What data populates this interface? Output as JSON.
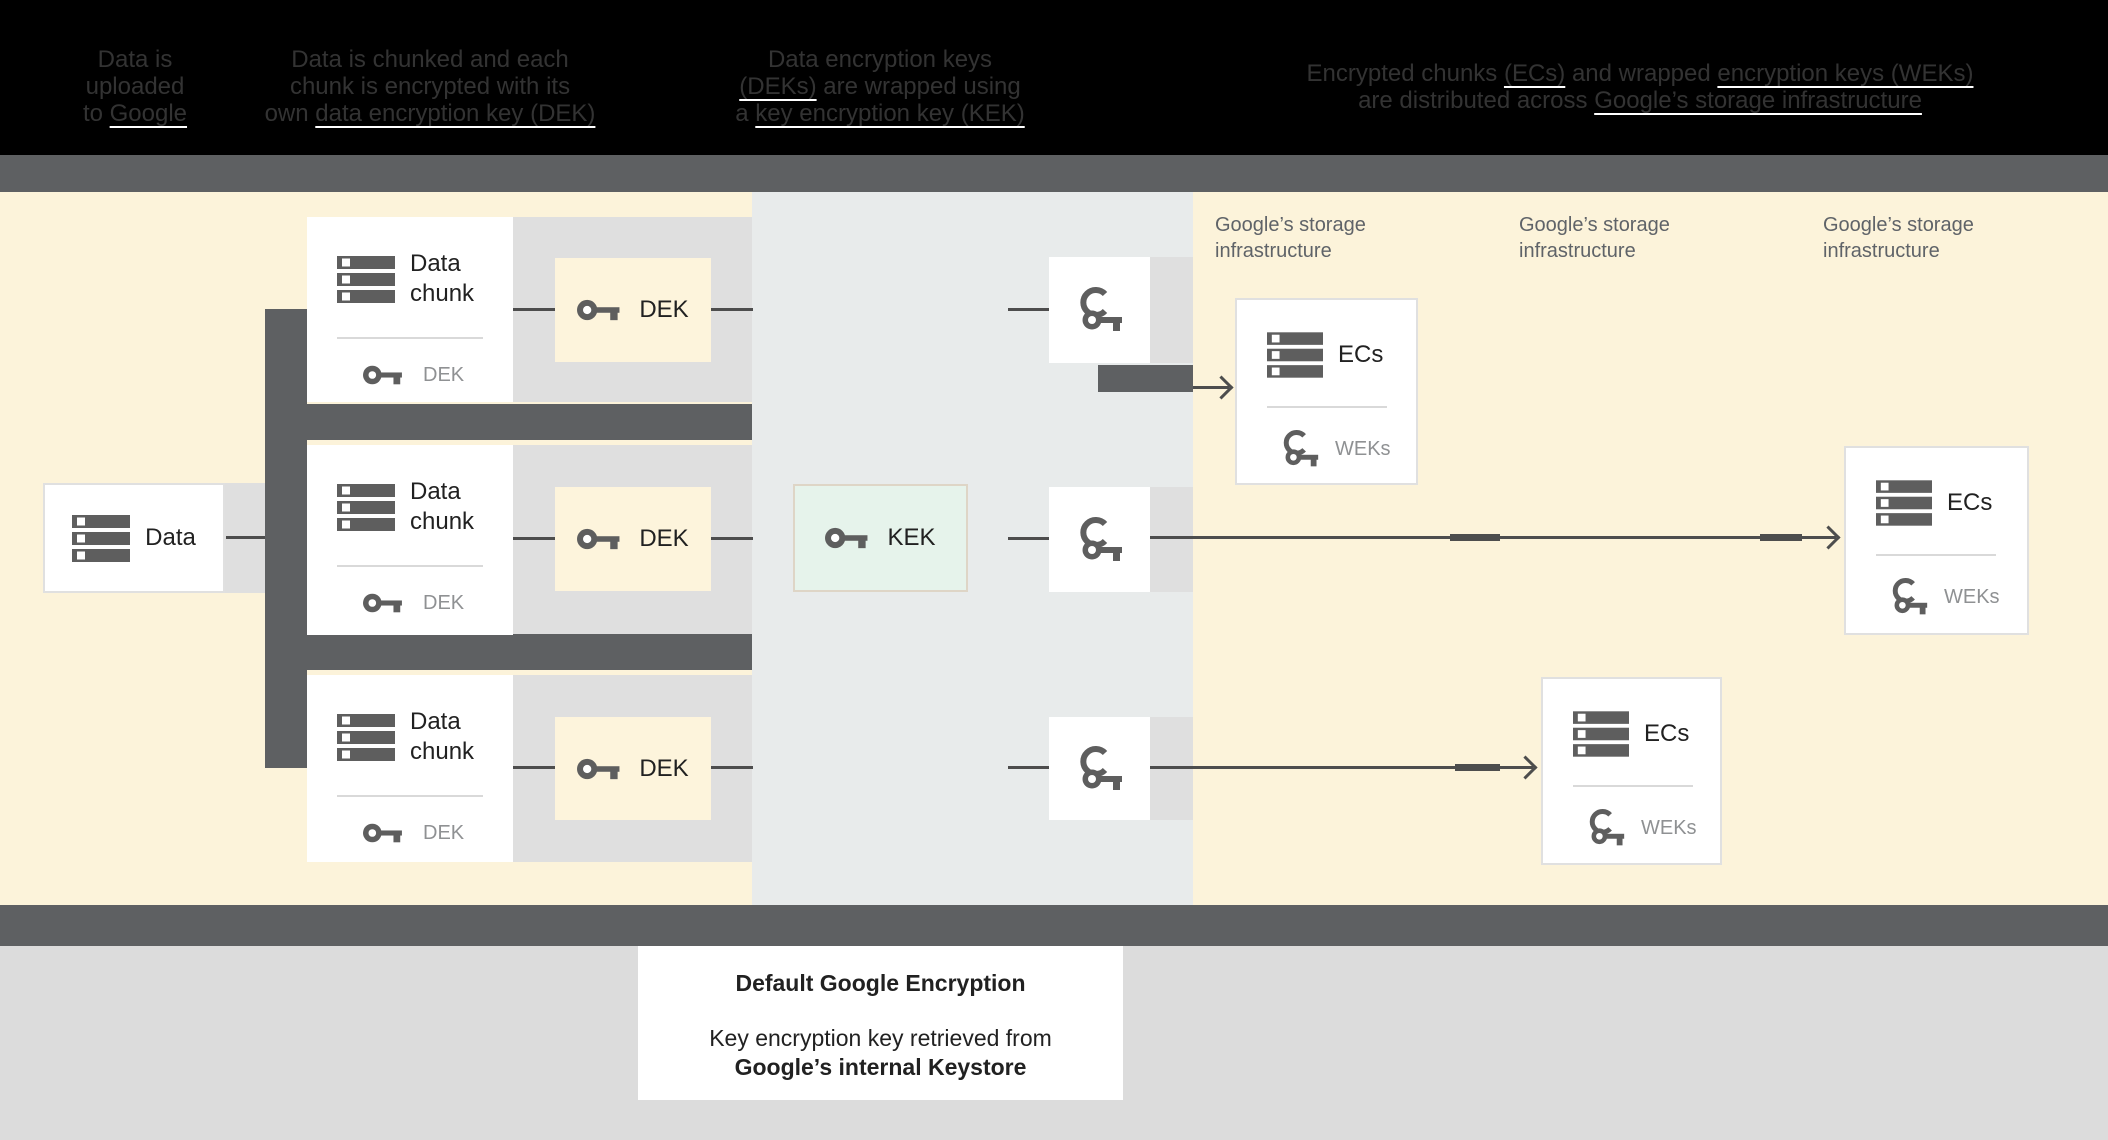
{
  "colors": {
    "header_bg": "#000000",
    "header_text": "#333333",
    "underline": "#ffffff",
    "separator_bar": "#5e6062",
    "cream_bg": "#fcf3da",
    "middle_bg": "#e8ebeb",
    "gray_band": "#dfdfdf",
    "dek_box_bg": "#fdf4dc",
    "kek_box_bg": "#e6f3eb",
    "connector": "#4d4d4d",
    "footer_bg": "#dcdcdc",
    "icon_gray": "#5e5e5e",
    "label_gray": "#5f6368"
  },
  "header": {
    "c0": {
      "l0": "Data is",
      "l1": "uploaded",
      "l2pre": "to ",
      "l2link": "Google"
    },
    "c1": {
      "l0": "Data is chunked and each",
      "l1": "chunk is encrypted with its",
      "l2pre": "own ",
      "l2link": "data encryption key (DEK)"
    },
    "c2": {
      "l0": "Data encryption keys",
      "l1link": "(DEKs)",
      "l1post": " are wrapped using",
      "l2pre": "a ",
      "l2link": "key encryption key (KEK)"
    },
    "c3": {
      "l0a": "Encrypted chunks ",
      "l0link1": "(ECs)",
      "l0b": " and wrapped ",
      "l0link2": "encryption keys (WEKs)",
      "l1a": "are distributed across ",
      "l1link": "Google’s storage infrastructure"
    }
  },
  "diagram": {
    "data_box": {
      "label": "Data"
    },
    "chunk_box": {
      "line1": "Data",
      "line2": "chunk",
      "sub": "DEK"
    },
    "dek_box": {
      "label": "DEK"
    },
    "kek_box": {
      "label": "KEK"
    },
    "ecs_box": {
      "label": "ECs",
      "sub": "WEKs"
    },
    "storage_label": {
      "line1": "Google’s storage",
      "line2": "infrastructure"
    }
  },
  "footer": {
    "title": "Default Google Encryption",
    "line1": "Key encryption key retrieved from",
    "line2": "Google’s internal Keystore"
  },
  "icons": {
    "server-icon": "stacked storage bars",
    "key-icon": "key",
    "wrapped-key-icon": "key with wrapping arc"
  }
}
